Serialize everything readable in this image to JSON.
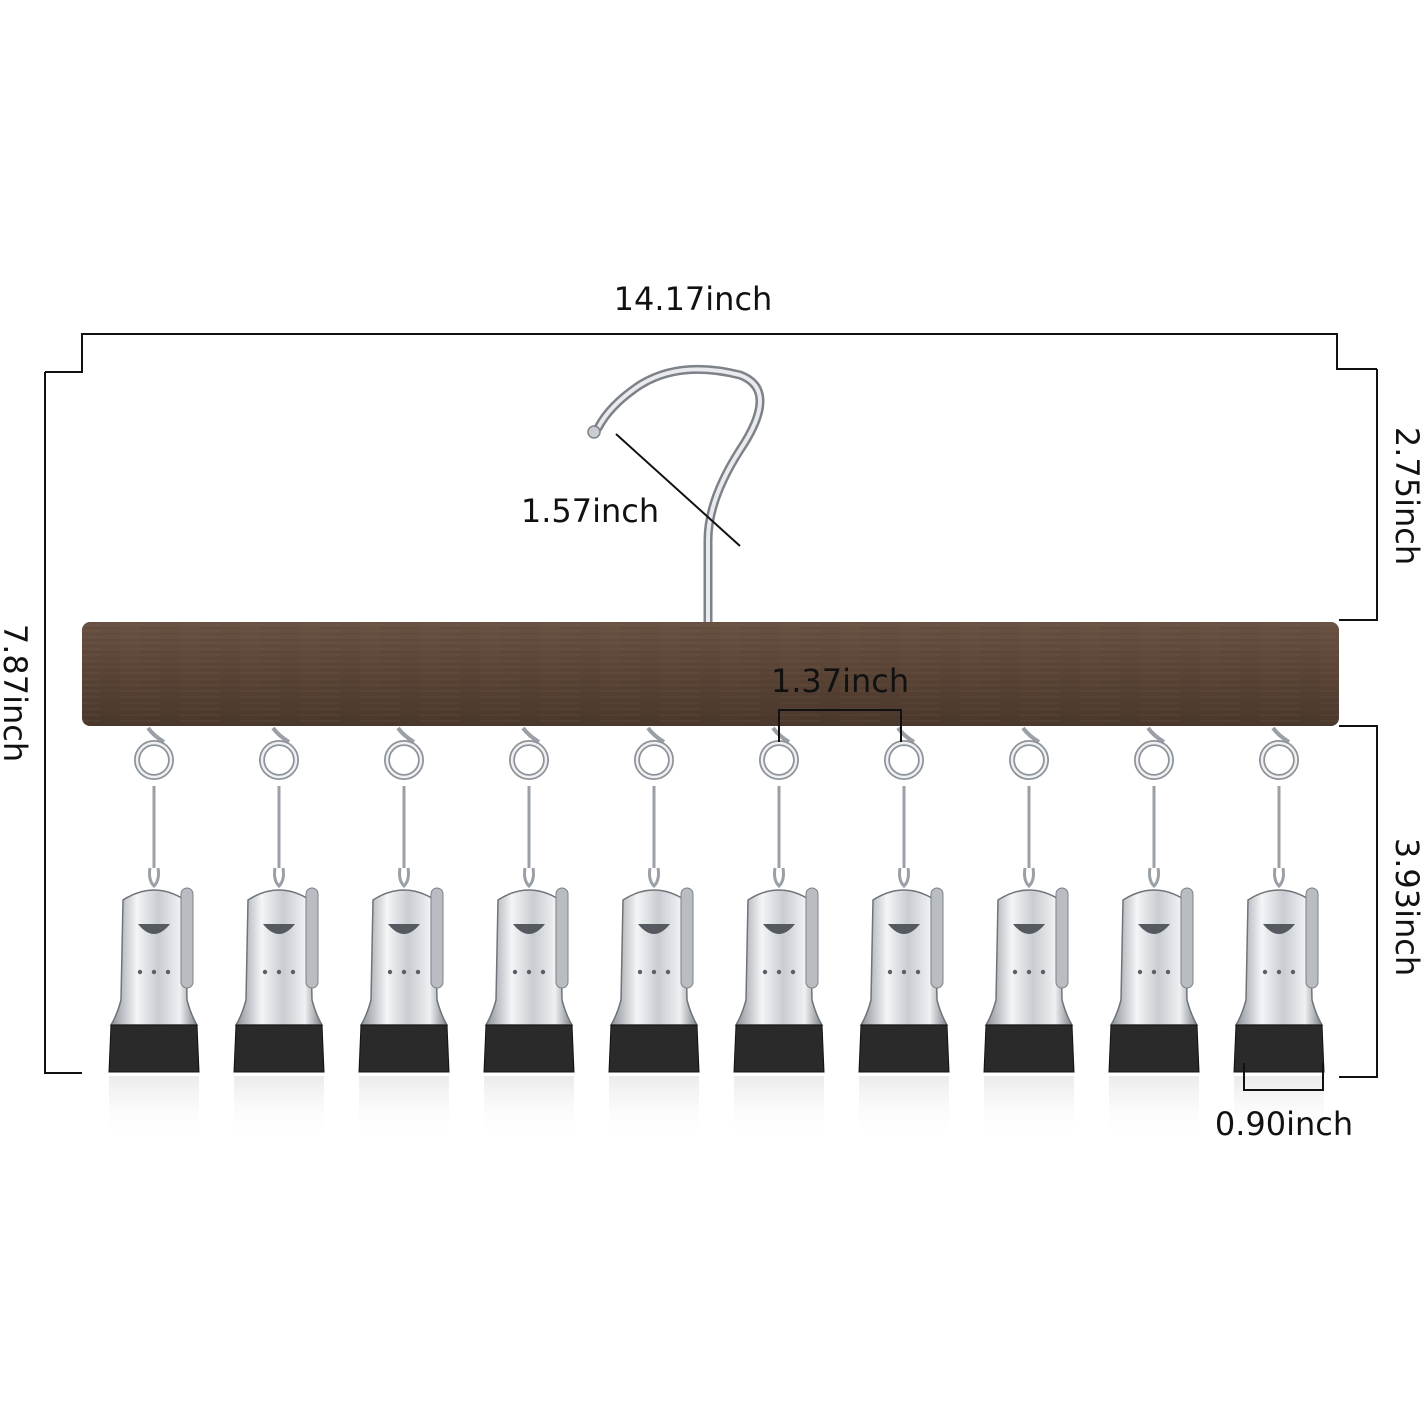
{
  "dimensions": {
    "overall_width": "14.17inch",
    "overall_height": "7.87inch",
    "hook_top_height": "2.75inch",
    "hook_diameter": "1.57inch",
    "clip_spacing": "1.37inch",
    "clip_length": "3.93inch",
    "clip_width": "0.90inch"
  },
  "hanger": {
    "bar_color": "#5a4436",
    "metal_color": "#c9ccd1",
    "clip_tip_color": "#2a2a2a",
    "clip_count": 10
  }
}
